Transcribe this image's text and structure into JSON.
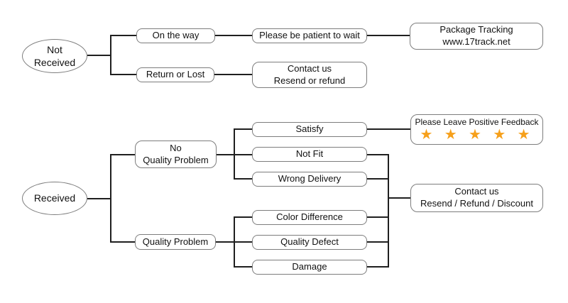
{
  "colors": {
    "background": "#ffffff",
    "line": "#1f1f1f",
    "border": "#7d7d7d",
    "text": "#111111",
    "star": "#F6A01B"
  },
  "top_tree": {
    "root": "Not\nReceived",
    "on_the_way": "On the way",
    "please_wait": "Please be patient to wait",
    "package_tracking": "Package Tracking\nwww.17track.net",
    "return_or_lost": "Return or Lost",
    "contact_resend_refund": "Contact us\nResend or refund"
  },
  "bottom_tree": {
    "root": "Received",
    "no_quality_problem": "No\nQuality Problem",
    "satisfy": "Satisfy",
    "feedback_label": "Please Leave Positive Feedback",
    "feedback_stars": "★ ★ ★ ★ ★",
    "not_fit": "Not Fit",
    "wrong_delivery": "Wrong Delivery",
    "quality_problem": "Quality Problem",
    "color_difference": "Color Difference",
    "quality_defect": "Quality Defect",
    "damage": "Damage",
    "contact_resend_refund_discount": "Contact us\nResend / Refund / Discount"
  }
}
